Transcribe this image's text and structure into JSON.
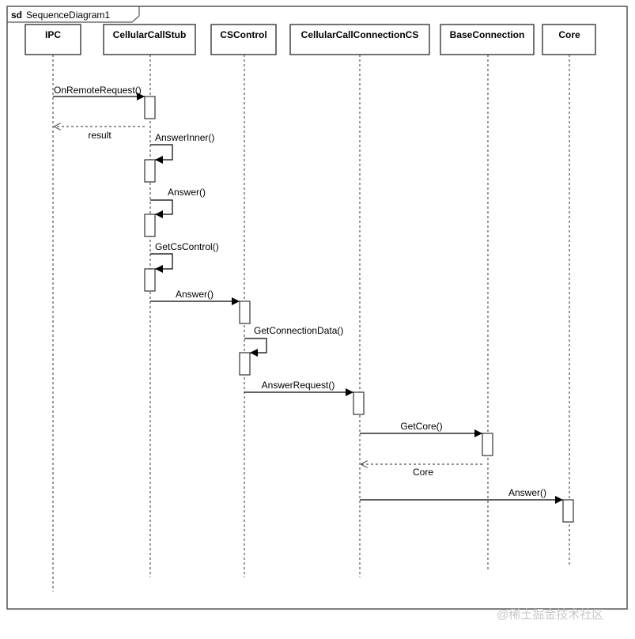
{
  "frame": {
    "keyword": "sd",
    "name": "SequenceDiagram1"
  },
  "participants": [
    {
      "id": "ipc",
      "label": "IPC"
    },
    {
      "id": "stub",
      "label": "CellularCallStub"
    },
    {
      "id": "cscontrol",
      "label": "CSControl"
    },
    {
      "id": "conncs",
      "label": "CellularCallConnectionCS"
    },
    {
      "id": "baseconn",
      "label": "BaseConnection"
    },
    {
      "id": "core",
      "label": "Core"
    }
  ],
  "messages": [
    {
      "id": "on-remote-request",
      "label": "OnRemoteRequest()",
      "from": "ipc",
      "to": "stub",
      "kind": "call"
    },
    {
      "id": "result",
      "label": "result",
      "from": "stub",
      "to": "ipc",
      "kind": "return"
    },
    {
      "id": "answer-inner",
      "label": "AnswerInner()",
      "from": "stub",
      "to": "stub",
      "kind": "self"
    },
    {
      "id": "answer-self",
      "label": "Answer()",
      "from": "stub",
      "to": "stub",
      "kind": "self"
    },
    {
      "id": "get-cs-control",
      "label": "GetCsControl()",
      "from": "stub",
      "to": "stub",
      "kind": "self"
    },
    {
      "id": "answer-to-cscontrol",
      "label": "Answer()",
      "from": "stub",
      "to": "cscontrol",
      "kind": "call"
    },
    {
      "id": "get-connection-data",
      "label": "GetConnectionData()",
      "from": "cscontrol",
      "to": "cscontrol",
      "kind": "self"
    },
    {
      "id": "answer-request",
      "label": "AnswerRequest()",
      "from": "cscontrol",
      "to": "conncs",
      "kind": "call"
    },
    {
      "id": "get-core",
      "label": "GetCore()",
      "from": "conncs",
      "to": "baseconn",
      "kind": "call"
    },
    {
      "id": "core-return",
      "label": "Core",
      "from": "baseconn",
      "to": "conncs",
      "kind": "return"
    },
    {
      "id": "answer-to-core",
      "label": "Answer()",
      "from": "conncs",
      "to": "core",
      "kind": "call"
    }
  ],
  "watermark": "@稀土掘金技术社区"
}
